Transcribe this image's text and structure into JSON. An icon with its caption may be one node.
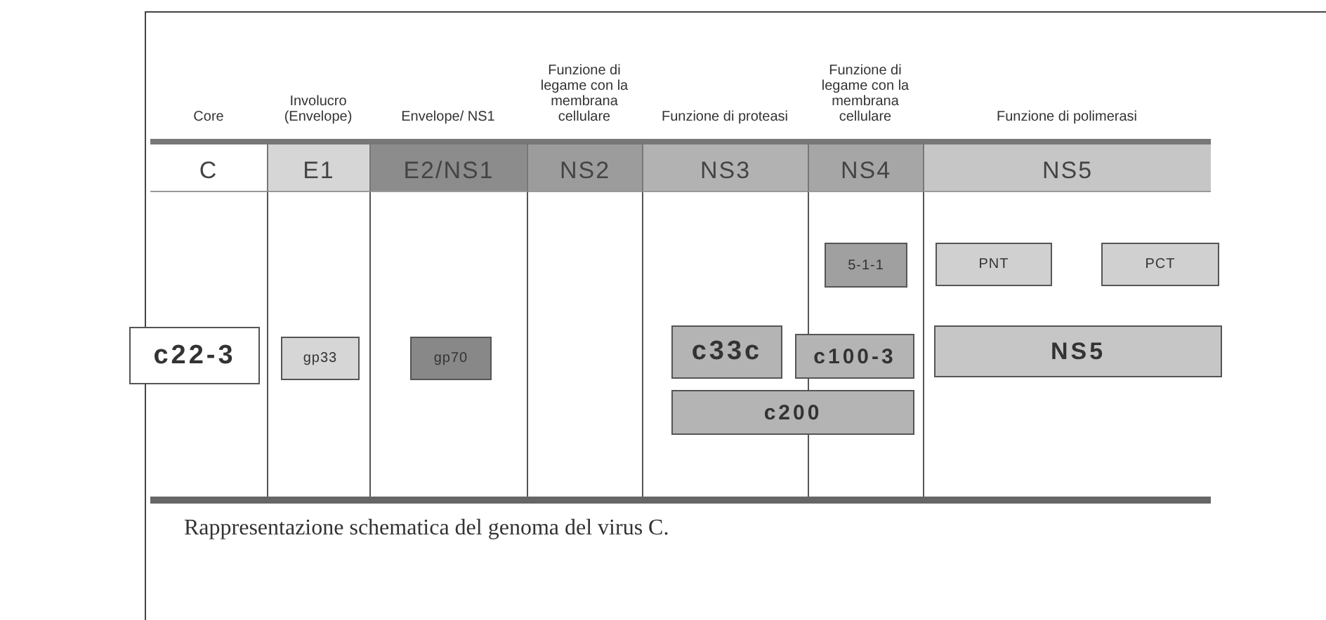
{
  "diagram": {
    "caption": "Rappresentazione schematica del genoma del virus C.",
    "nodes": [
      {
        "text": [
          "Core",
          "C"
        ]
      },
      {
        "text": [
          "Involucro (Envelope)",
          "E1"
        ]
      },
      {
        "text": [
          "Envelope/ NS1",
          "E2/NS1"
        ]
      },
      {
        "text": [
          "Funzione di legame con la membrana cellulare",
          "NS2"
        ]
      },
      {
        "text": [
          "Funzione di proteasi",
          "NS3"
        ]
      },
      {
        "text": [
          "Funzione di legame con la membrana cellulare",
          "NS4"
        ]
      },
      {
        "text": [
          "Funzione di polimerasi",
          "NS5"
        ]
      },
      {
        "text": [
          "5-1-1"
        ]
      },
      {
        "text": [
          "PNT"
        ]
      },
      {
        "text": [
          "PCT"
        ]
      },
      {
        "text": [
          "c22-3"
        ]
      },
      {
        "text": [
          "gp33"
        ]
      },
      {
        "text": [
          "gp70"
        ]
      },
      {
        "text": [
          "c33c"
        ]
      },
      {
        "text": [
          "c100-3"
        ]
      },
      {
        "text": [
          "NS5"
        ]
      },
      {
        "text": [
          "c200"
        ]
      }
    ]
  }
}
